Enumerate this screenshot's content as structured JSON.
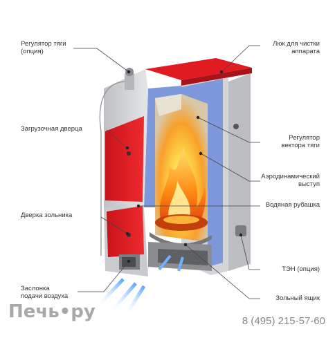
{
  "labels": {
    "draft_regulator": [
      "Регулятор тяги",
      "(опция)"
    ],
    "loading_door": "Загрузочная дверца",
    "ash_door": "Дверка зольника",
    "air_damper": [
      "Заслонка",
      "подачи воздуха"
    ],
    "cleaning_hatch": [
      "Люк для чистки",
      "аппарата"
    ],
    "thrust_vector_regulator": [
      "Регулятор",
      "вектора тяги"
    ],
    "aerodynamic_ledge": [
      "Аэродинамический",
      "выступ"
    ],
    "water_jacket": "Водяная рубашка",
    "heating_element": "ТЭН (опция)",
    "ash_box": "Зольный ящик"
  },
  "brand": "Печь•ру",
  "phone": "8 (495) 215-57-60",
  "colors": {
    "body_red": "#e01b22",
    "casing_gray": "#cfd0d2",
    "water_blue": "#5f7fd0",
    "fire": "#ff9a1a",
    "air_arrow": "#6fb0ff"
  }
}
